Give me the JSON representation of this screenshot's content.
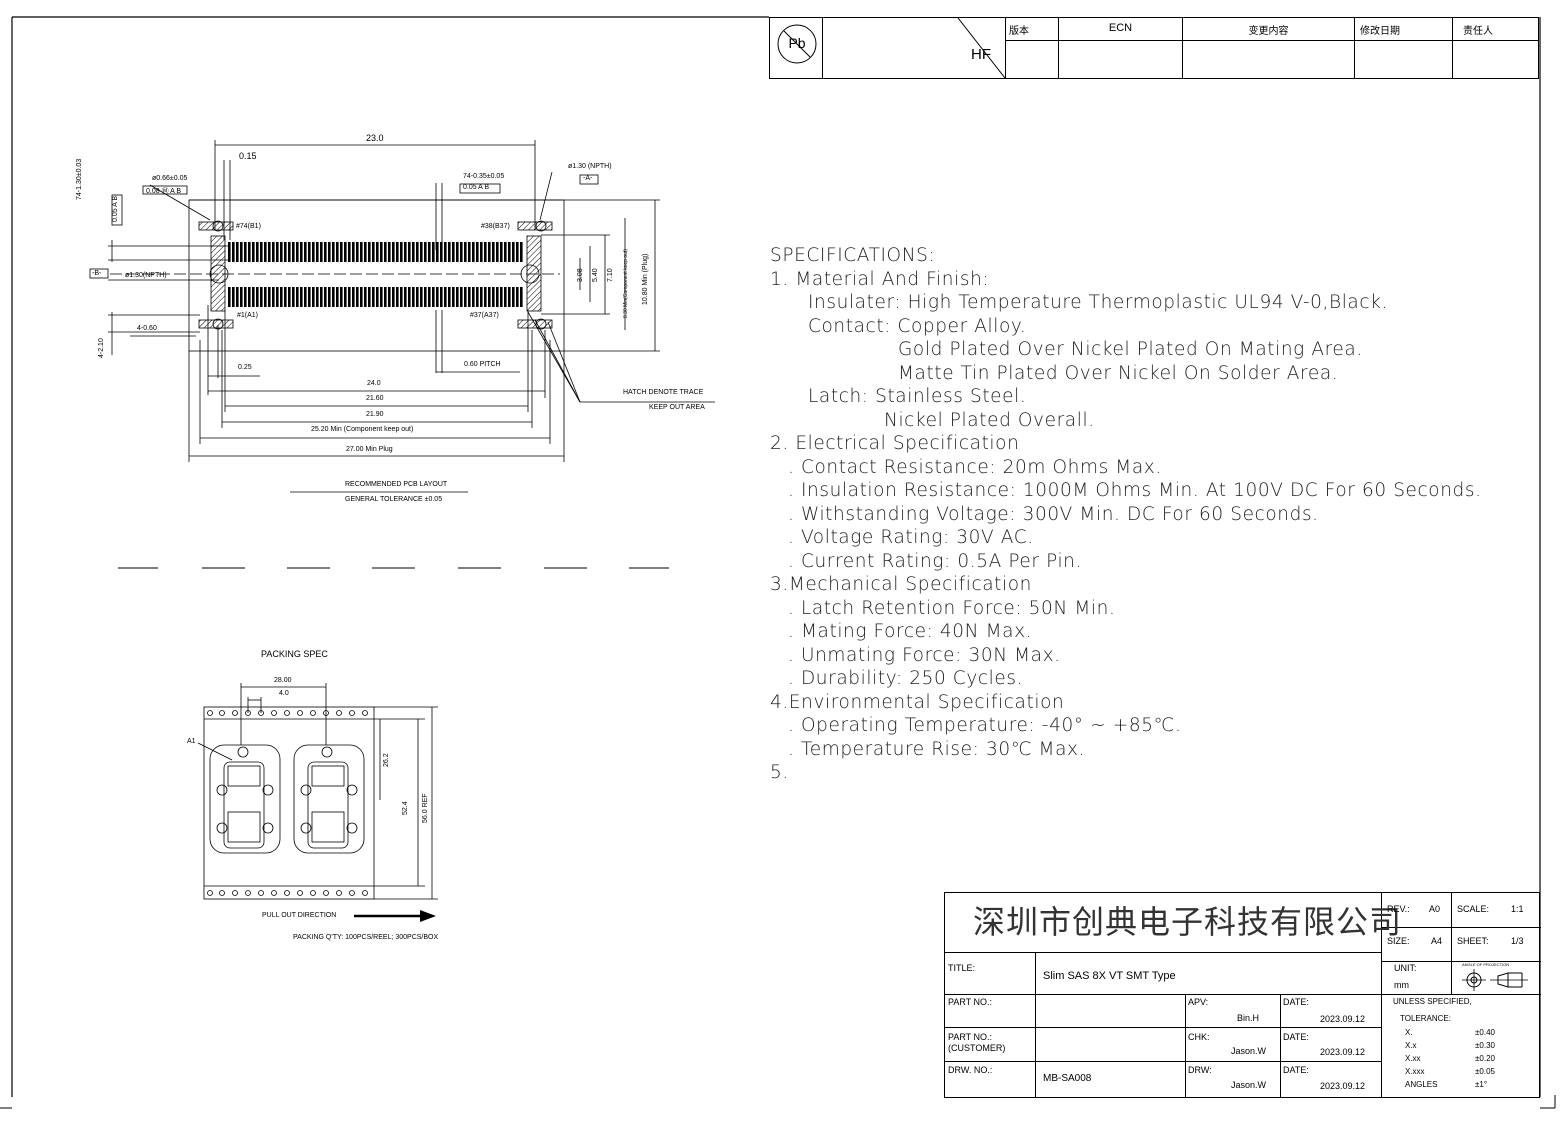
{
  "revision_block": {
    "pb_mark": "Pb",
    "hf_mark": "HF",
    "headers": [
      "版本",
      "ECN",
      "变更内容",
      "修改日期",
      "责任人"
    ]
  },
  "pcb_layout": {
    "dims": {
      "d23": "23.0",
      "d015": "0.15",
      "hole066": "ø0.66±0.05",
      "hole066_tol": "0.08 Ⓜ A B",
      "pin74_035": "74-0.35±0.05",
      "pin74_035_tol": "0.05 A B",
      "npth130_top": "ø1.30 (NPTH)",
      "datum_a": "-A-",
      "pin74_130": "74-1.30±0.03",
      "pin74_130_tol": "0.05 A B",
      "b74": "#74(B1)",
      "b38": "#38(B37)",
      "datum_b": "-B-",
      "npth130": "ø1.30(NPTH)",
      "d308": "3.08",
      "d540": "5.40",
      "d710": "7.10",
      "d830": "8.30 Min(Component keep out)",
      "d1080": "10.80 Min (Plug)",
      "a1": "#1(A1)",
      "a37": "#37(A37)",
      "d4_210": "4-2.10",
      "d4_060": "4-0.60",
      "d025": "0.25",
      "pitch": "0.60 PITCH",
      "d240": "24.0",
      "d2160": "21.60",
      "d2190": "21.90",
      "d2520": "25.20 Min (Component keep out)",
      "d2700": "27.00 Min Plug",
      "hatch1": "HATCH DENOTE TRACE",
      "hatch2": "KEEP OUT AREA"
    },
    "caption": "RECOMMENDED PCB LAYOUT",
    "tolerance": "GENERAL TOLERANCE ±0.05"
  },
  "packing": {
    "title": "PACKING SPEC",
    "d2800": "28.00",
    "d40": "4.0",
    "a1": "A1",
    "d262": "26.2",
    "d524": "52.4",
    "d560": "56.0 REF",
    "pull_out": "PULL OUT DIRECTION",
    "qty": "PACKING Q'TY: 100PCS/REEL; 300PCS/BOX"
  },
  "specifications": {
    "lines": [
      {
        "indent": "i0",
        "text": "SPECIFICATIONS:"
      },
      {
        "indent": "i0",
        "text": "1. Material And Finish:"
      },
      {
        "indent": "i1",
        "text": "Insulater: High Temperature Thermoplastic UL94 V-0,Black."
      },
      {
        "indent": "i1",
        "text": "Contact: Copper Alloy."
      },
      {
        "indent": "i2",
        "text": "Gold Plated Over Nickel Plated On Mating Area."
      },
      {
        "indent": "i2",
        "text": "Matte Tin Plated Over Nickel On Solder Area."
      },
      {
        "indent": "i1",
        "text": "Latch: Stainless Steel."
      },
      {
        "indent": "i3",
        "text": "Nickel Plated Overall."
      },
      {
        "indent": "i0",
        "text": "2. Electrical Specification"
      },
      {
        "indent": "i4",
        "text": ". Contact Resistance: 20m Ohms Max."
      },
      {
        "indent": "i4",
        "text": ". Insulation Resistance: 1000M Ohms Min. At 100V DC For 60 Seconds."
      },
      {
        "indent": "i4",
        "text": ". Withstanding Voltage: 300V Min. DC For 60 Seconds."
      },
      {
        "indent": "i4",
        "text": ". Voltage Rating: 30V AC."
      },
      {
        "indent": "i4",
        "text": ". Current Rating: 0.5A Per Pin."
      },
      {
        "indent": "i0",
        "text": "3.Mechanical Specification"
      },
      {
        "indent": "i4",
        "text": ". Latch Retention Force: 50N Min."
      },
      {
        "indent": "i4",
        "text": ". Mating Force: 40N Max."
      },
      {
        "indent": "i4",
        "text": ". Unmating Force: 30N Max."
      },
      {
        "indent": "i4",
        "text": ". Durability: 250 Cycles."
      },
      {
        "indent": "i0",
        "text": "4.Environmental Specification"
      },
      {
        "indent": "i4",
        "text": ". Operating Temperature: -40° ~ +85℃."
      },
      {
        "indent": "i4",
        "text": ". Temperature Rise: 30℃ Max."
      },
      {
        "indent": "i0",
        "text": "5."
      }
    ]
  },
  "title_block": {
    "company": "深圳市创典电子科技有限公司",
    "rev_label": "REV.:",
    "rev_value": "A0",
    "scale_label": "SCALE:",
    "scale_value": "1:1",
    "size_label": "SIZE:",
    "size_value": "A4",
    "sheet_label": "SHEET:",
    "sheet_value": "1/3",
    "unit_label": "UNIT:",
    "unit_value": "mm",
    "projection_label": "ANGLE OF PROJECTION",
    "title_label": "TITLE:",
    "title_value": "Slim SAS 8X VT SMT Type",
    "part_no_label": "PART NO.:",
    "part_no_cust_label": "PART NO.: (CUSTOMER)",
    "drw_no_label": "DRW. NO.:",
    "drw_no_value": "MB-SA008",
    "apv_label": "APV:",
    "apv_value": "Bin.H",
    "chk_label": "CHK:",
    "chk_value": "Jason.W",
    "drw_label": "DRW:",
    "drw_value": "Jason.W",
    "date_label": "DATE:",
    "date_value": "2023.09.12",
    "tol_header1": "UNLESS SPECIFIED,",
    "tol_header2": "TOLERANCE:",
    "tolerances": [
      {
        "label": "X.",
        "value": "±0.40"
      },
      {
        "label": "X.x",
        "value": "±0.30"
      },
      {
        "label": "X.xx",
        "value": "±0.20"
      },
      {
        "label": "X.xxx",
        "value": "±0.05"
      },
      {
        "label": "ANGLES",
        "value": "±1°"
      }
    ]
  }
}
